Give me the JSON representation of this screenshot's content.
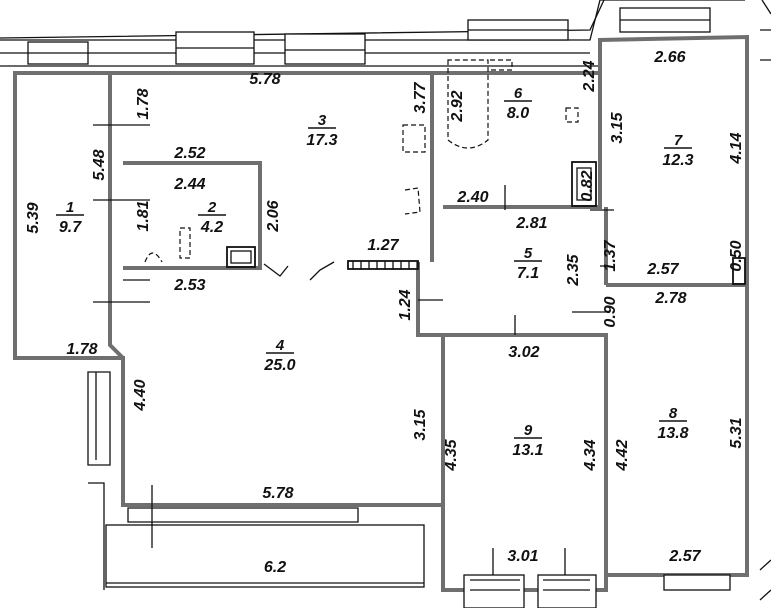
{
  "rooms": [
    {
      "id": "1",
      "area": "9.7"
    },
    {
      "id": "2",
      "area": "4.2"
    },
    {
      "id": "3",
      "area": "17.3"
    },
    {
      "id": "4",
      "area": "25.0"
    },
    {
      "id": "5",
      "area": "7.1"
    },
    {
      "id": "6",
      "area": "8.0"
    },
    {
      "id": "7",
      "area": "12.3"
    },
    {
      "id": "8",
      "area": "13.8"
    },
    {
      "id": "9",
      "area": "13.1"
    }
  ],
  "dimensions": [
    "5.78",
    "3.77",
    "2.92",
    "2.24",
    "2.66",
    "1.78",
    "5.48",
    "2.52",
    "2.44",
    "3.15",
    "4.14",
    "0.82",
    "2.40",
    "2.81",
    "1.81",
    "2.06",
    "5.39",
    "1.27",
    "2.35",
    "1.37",
    "0.50",
    "2.57",
    "2.53",
    "2.78",
    "1.24",
    "0.90",
    "1.78",
    "3.02",
    "4.40",
    "3.15",
    "4.35",
    "4.34",
    "4.42",
    "5.31",
    "5.78",
    "6.2",
    "3.01",
    "2.57"
  ]
}
